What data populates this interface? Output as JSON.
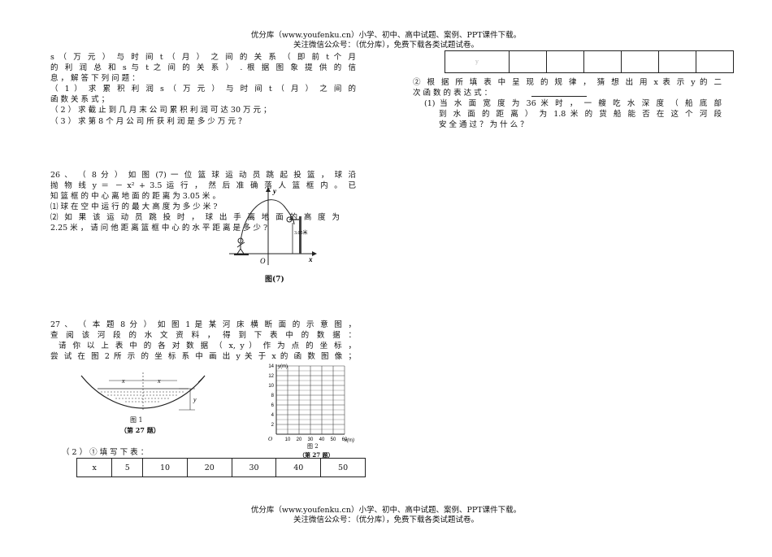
{
  "header": {
    "line1": "优分库（www.youfenku.cn）小学、初中、高中试题、案例、PPT课件下载。",
    "line2": "关注微信公众号：（优分库），免费下载各类试题试卷。"
  },
  "footer": {
    "line1": "优分库（www.youfenku.cn）小学、初中、高中试题、案例、PPT课件下载。",
    "line2": "关注微信公众号：（优分库），免费下载各类试题试卷。"
  },
  "q25": {
    "l1": "s （ 万 元 ） 与 时 间 t （ 月 ） 之 间 的 关 系 （ 即 前 t 个 月",
    "l2": "的 利 润 总 和 s 与 t 之 间 的 关 系 ） . 根 据 图 象 提 供 的 信",
    "l3": "息 ， 解 答 下 列 问 题 ：",
    "l4": "（ 1 ） 求 累 积 利 润 s （ 万 元 ） 与 时 间 t （ 月 ） 之 间 的",
    "l5": "函 数 关 系 式 ；",
    "l6": "（ 2 ） 求 截 止 到 几 月 末 公 司 累 积 利 润 可 达 30 万 元 ；",
    "l7": "（ 3 ） 求 第 8 个 月 公 司 所 获 利 润 是 多 少 万 元 ？"
  },
  "q26": {
    "l1": "26 、 （ 8 分 ） 如 图 (7) 一 位 篮 球 运 动 员 跳 起 投 篮 ， 球 沿",
    "l2": "抛 物 线 y ＝ － x² + 3.5 运 行 ， 然 后 准 确 落 人 篮 框 内 。 已",
    "l3": "知 篮 框 的 中 心 离 地 面 的 距 离 为 3.05 米 。",
    "l4": "⑴ 球 在 空 中 运 行 的 最 大 高 度 为 多 少 米 ?",
    "l5": "⑵ 如 果 该 运 动 员 跳 投 时 ， 球 出 手 离 地 面 的 高 度 为",
    "l6": "2.25 米 ， 请 问 他 距 离 篮 框 中 心 的 水 平 距 离 是 多 少 ?",
    "fig_y": "y",
    "fig_x": "x",
    "fig_o": "O",
    "fig_h": "3.05米",
    "fig_caption": "图(7)"
  },
  "q27": {
    "l1": "27 、 （ 本 题 8 分 ） 如 图 1 是 某 河 床 横 断 面 的 示 意 图 ，",
    "l2": "查 阅 该 河 段 的 水 文 资 料 ， 得 到 下 表 中 的 数 据 ：",
    "l3": "请 你 以 上 表 中 的 各 对 数 据 （ x, y ） 作 为 点 的 坐 标 ，",
    "l4": "尝 试 在 图 2 所 示 的 坐 标 系 中 画 出 y 关 于 x 的 函 数 图 像 ；",
    "fig1_x1": "x",
    "fig1_x2": "x",
    "fig1_y": "y",
    "fig1_caption": "图 1",
    "fig1_sub": "（第 27 题）",
    "fig2_ylabel": "y(m)",
    "fig2_xlabel": "x(m)",
    "fig2_origin": "O",
    "fig2_caption": "图 2",
    "fig2_sub": "（第 27 题）",
    "fig2_yticks": [
      "14",
      "12",
      "10",
      "8",
      "6",
      "4",
      "2"
    ],
    "fig2_xticks": [
      "10",
      "20",
      "30",
      "40",
      "50",
      "60"
    ],
    "fill_prompt": "（ 2 ） ① 填 写 下 表 ：",
    "table_row": [
      "x",
      "5",
      "10",
      "20",
      "30",
      "40",
      "50"
    ]
  },
  "right": {
    "l1": "② 根 据 所 填 表 中 呈 现 的 规 律 ， 猜 想 出 用 x 表 示 y 的 二",
    "l2": "次 函 数 的 表 达 式 ：",
    "l3": "(1) 当 水 面 宽 度 为 36 米 时 ， 一 艘 吃 水 深 度 （ 船 底 部",
    "l4": "到 水 面 的 距 离 ） 为 1.8 米 的 货 船 能 否 在 这 个 河 段",
    "l5": "安 全 通 过 ？ 为 什 么 ？",
    "cell0": "y"
  }
}
